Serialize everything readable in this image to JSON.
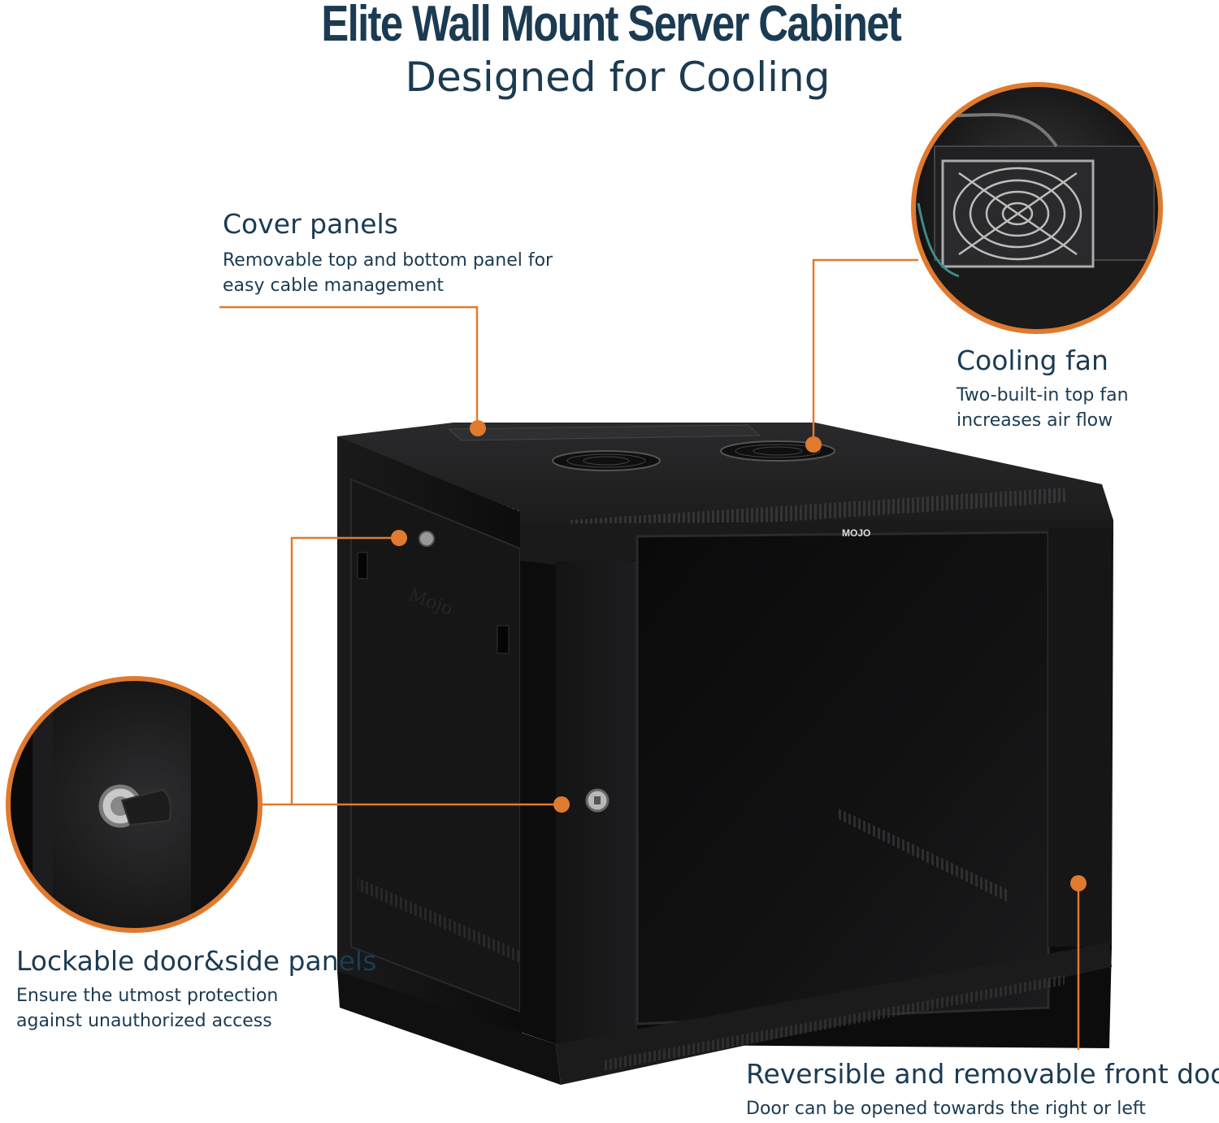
{
  "header": {
    "title": "Elite Wall Mount Server Cabinet",
    "subtitle": "Designed for Cooling"
  },
  "callouts": {
    "cover_panels": {
      "title": "Cover panels",
      "desc_line1": "Removable top and bottom panel for",
      "desc_line2": "easy cable management"
    },
    "cooling_fan": {
      "title": "Cooling fan",
      "desc_line1": "Two-built-in top fan",
      "desc_line2": "increases air flow"
    },
    "lockable": {
      "title": "Lockable door&side panels",
      "desc_line1": "Ensure the utmost protection",
      "desc_line2": "against unauthorized access"
    },
    "front_door": {
      "title": "Reversible and removable front door",
      "desc_line1": "Door can be opened towards the right or left"
    }
  },
  "product": {
    "brand_logo_text": "MOJO"
  },
  "colors": {
    "accent_orange": "#e07a2e",
    "text_navy": "#1b3b52",
    "cabinet_black": "#111111"
  }
}
